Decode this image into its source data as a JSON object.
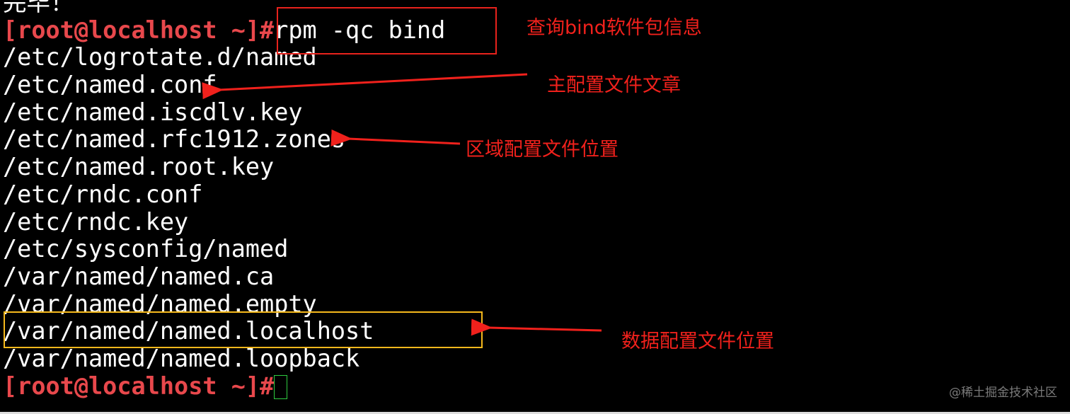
{
  "terminal": {
    "partial_top": "完毕！",
    "prompt": "[root@localhost ~]#",
    "command": "rpm -qc bind",
    "output": [
      "/etc/logrotate.d/named",
      "/etc/named.conf",
      "/etc/named.iscdlv.key",
      "/etc/named.rfc1912.zones",
      "/etc/named.root.key",
      "/etc/rndc.conf",
      "/etc/rndc.key",
      "/etc/sysconfig/named",
      "/var/named/named.ca",
      "/var/named/named.empty",
      "/var/named/named.localhost",
      "/var/named/named.loopback"
    ],
    "final_prompt": "[root@localhost ~]#"
  },
  "annotations": {
    "query": "查询bind软件包信息",
    "main_config": "主配置文件文章",
    "zone_config": "区域配置文件位置",
    "data_config": "数据配置文件位置"
  },
  "colors": {
    "prompt": "#e8484c",
    "annotation": "#f0211c",
    "highlight_box": "#f5b81c",
    "cursor": "#2ecc40"
  },
  "watermark": "@稀土掘金技术社区"
}
